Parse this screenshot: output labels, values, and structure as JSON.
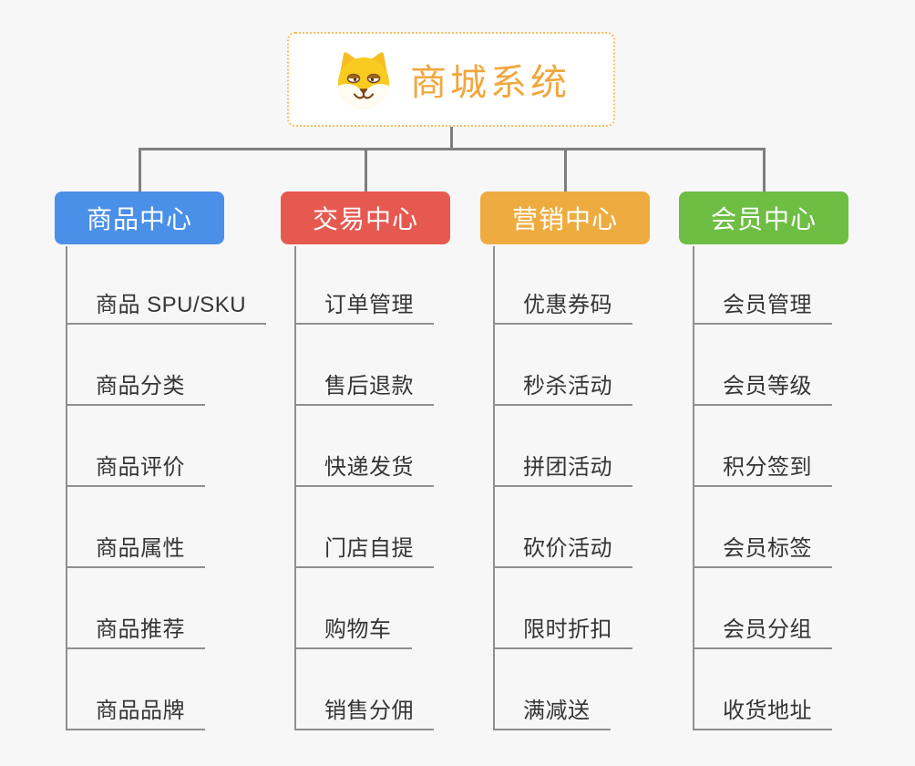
{
  "root": {
    "title": "商城系统",
    "icon": "shiba-dog-icon",
    "title_color": "#F1A73C",
    "border_color": "#F5BE62"
  },
  "branches": [
    {
      "label": "商品中心",
      "color": "#4A8FE8",
      "items": [
        "商品 SPU/SKU",
        "商品分类",
        "商品评价",
        "商品属性",
        "商品推荐",
        "商品品牌"
      ]
    },
    {
      "label": "交易中心",
      "color": "#E65951",
      "items": [
        "订单管理",
        "售后退款",
        "快递发货",
        "门店自提",
        "购物车",
        "销售分佣"
      ]
    },
    {
      "label": "营销中心",
      "color": "#EEAC40",
      "items": [
        "优惠券码",
        "秒杀活动",
        "拼团活动",
        "砍价活动",
        "限时折扣",
        "满减送"
      ]
    },
    {
      "label": "会员中心",
      "color": "#6EBE44",
      "items": [
        "会员管理",
        "会员等级",
        "积分签到",
        "会员标签",
        "会员分组",
        "收货地址"
      ]
    }
  ],
  "colors": {
    "background": "#F7F7F8",
    "connector": "#7E7E7E",
    "leaf_line": "#8F8F8F",
    "leaf_text": "#353535"
  }
}
